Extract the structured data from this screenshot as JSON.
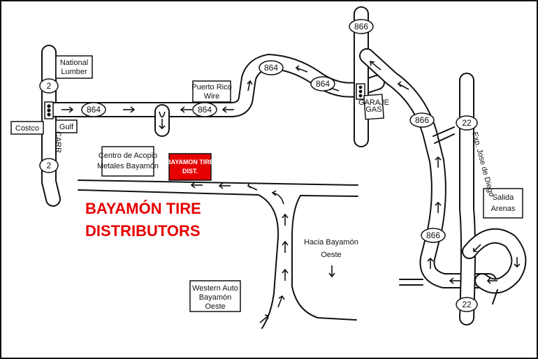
{
  "title": {
    "line1": "BAYAMÓN TIRE",
    "line2": "DISTRIBUTORS",
    "color": "#e60000"
  },
  "destination": {
    "line1": "BAYAMON TIRE",
    "line2": "DIST.",
    "color": "#e60000"
  },
  "routes": {
    "r864_a": "864",
    "r864_b": "864",
    "r864_c": "864",
    "r864_d": "864",
    "r866_a": "866",
    "r866_b": "866",
    "r866_c": "866",
    "r2_a": "2",
    "r2_b": "2",
    "r22_a": "22",
    "r22_b": "22"
  },
  "labels": {
    "national_lumber_1": "National",
    "national_lumber_2": "Lumber",
    "costco": "Costco",
    "gulf": "Gulf",
    "carr": "CARR.",
    "puerto_rico_wire_1": "Puerto Rico",
    "puerto_rico_wire_2": "Wire",
    "centro_1": "Centro de Acopio",
    "centro_2": "Metales Bayamón",
    "garaje_1": "GARAJE",
    "garaje_2": "GAS",
    "salida_1": "Salida",
    "salida_2": "Arenas",
    "expreso": "Exp. Jose de Diego",
    "hacia_1": "Hacia Bayamón",
    "hacia_2": "Oeste",
    "western_1": "Western Auto",
    "western_2": "Bayamón",
    "western_3": "Oeste"
  }
}
